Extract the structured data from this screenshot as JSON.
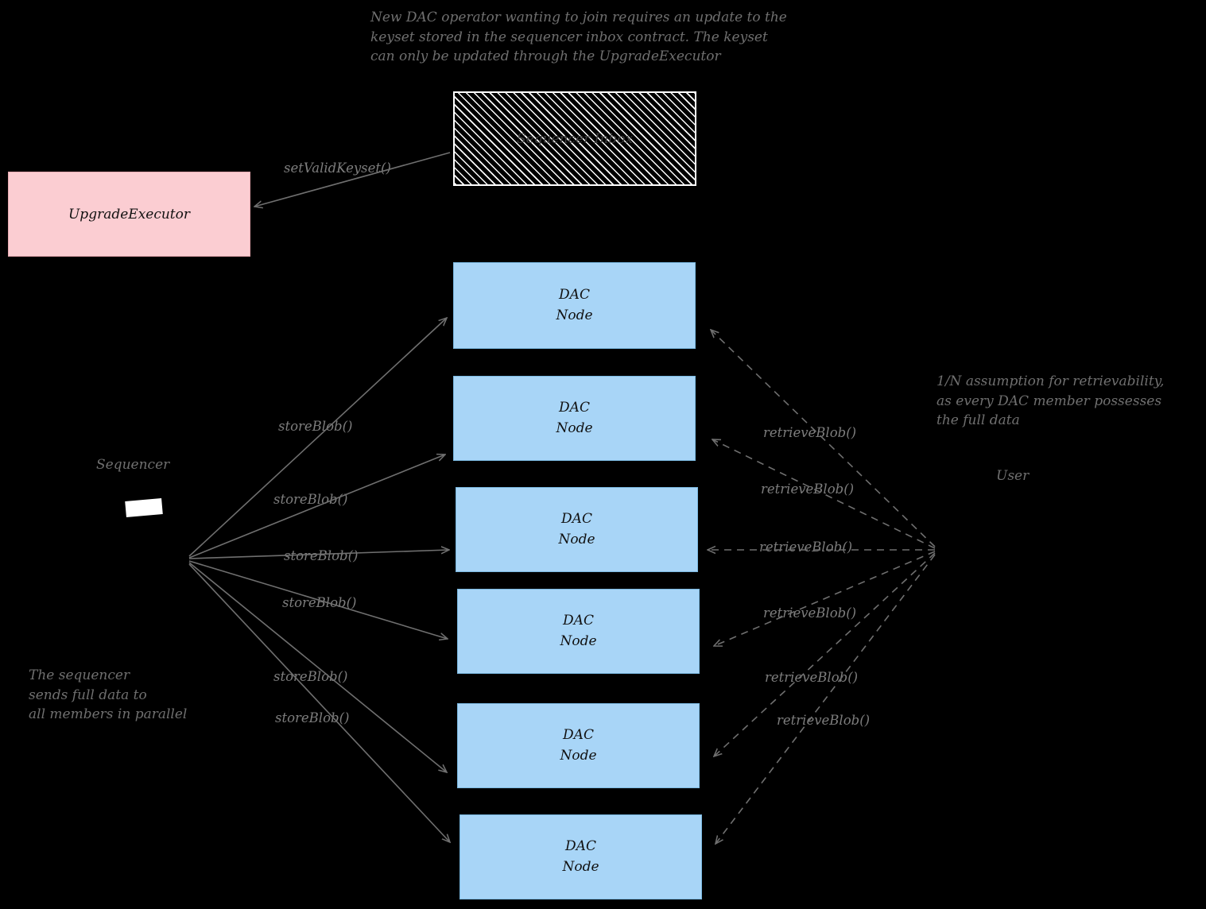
{
  "diagram": {
    "title_note_top": "New DAC operator wanting to join requires an update to the\nkeyset stored in the sequencer inbox contract. The keyset\ncan only be updated through the UpgradeExecutor",
    "note_sequencer": "The sequencer\nsends full data to\nall members in parallel",
    "note_retrievability": "1/N assumption for retrievability,\nas every DAC member possesses\nthe full data",
    "actors": {
      "sequencer": "Sequencer",
      "user": "User"
    },
    "boxes": {
      "upgrade_executor": "UpgradeExecutor",
      "sequencer_inbox": "Sequencer\nInbox"
    },
    "dac_nodes": [
      {
        "line1": "DAC",
        "line2": "Node"
      },
      {
        "line1": "DAC",
        "line2": "Node"
      },
      {
        "line1": "DAC",
        "line2": "Node"
      },
      {
        "line1": "DAC",
        "line2": "Node"
      },
      {
        "line1": "DAC",
        "line2": "Node"
      },
      {
        "line1": "DAC",
        "line2": "Node"
      }
    ],
    "edge_labels": {
      "set_valid_keyset": "setValidKeyset()",
      "store_blob": [
        "storeBlob()",
        "storeBlob()",
        "storeBlob()",
        "storeBlob()",
        "storeBlob()",
        "storeBlob()"
      ],
      "retrieve_blob": [
        "retrieveBlob()",
        "retrieveBlob()",
        "retrieveBlob()",
        "retrieveBlob()",
        "retrieveBlob()",
        "retrieveBlob()"
      ]
    },
    "colors": {
      "background": "#000000",
      "node_fill": "#a8d5f7",
      "upgrade_fill": "#fbcdd2",
      "edge": "#6f6f6f",
      "note_text": "#6f6f6f"
    }
  }
}
